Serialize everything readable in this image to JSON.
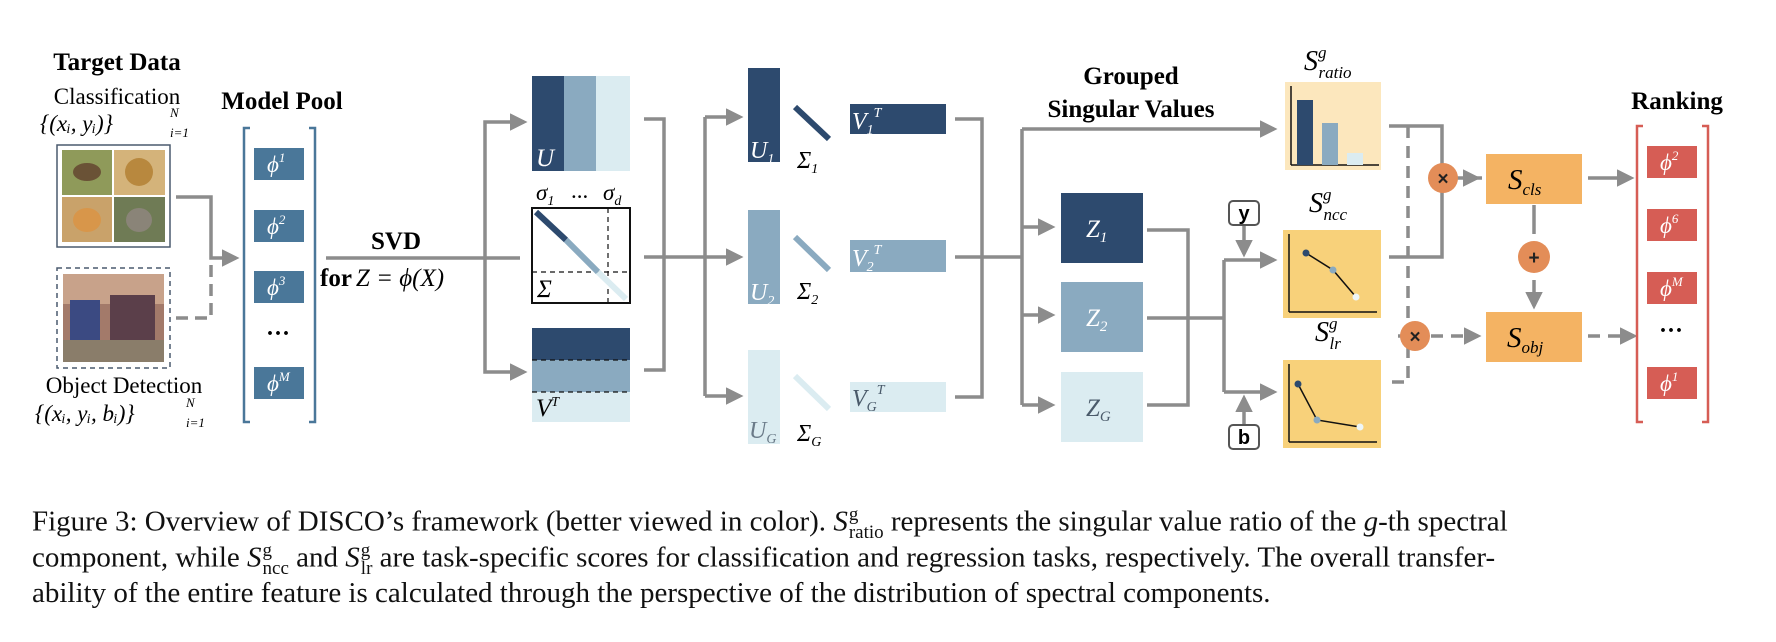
{
  "target_data": {
    "title": "Target Data",
    "classification_label": "Classification",
    "classification_set": "{(xᵢ, yᵢ)}",
    "classification_range": "i=1",
    "classification_n": "N",
    "detection_label": "Object Detection",
    "detection_set": "{(xᵢ, yᵢ, bᵢ)}",
    "detection_range": "i=1",
    "detection_n": "N"
  },
  "model_pool": {
    "title": "Model Pool",
    "models": [
      "ϕ",
      "ϕ",
      "ϕ",
      "···",
      "ϕ"
    ],
    "model_sups": [
      "1",
      "2",
      "3",
      "",
      "M"
    ]
  },
  "svd": {
    "title": "SVD",
    "for_label": "for",
    "formula": "Z = ϕ(X)",
    "u_label": "U",
    "sigma_label": "Σ",
    "sigma_1": "σ",
    "sigma_1_sub": "1",
    "sigma_dots": "...",
    "sigma_d": "σ",
    "sigma_d_sub": "d",
    "vt_label": "V",
    "vt_sup": "T"
  },
  "components": {
    "u": [
      "U",
      "U",
      "U"
    ],
    "u_subs": [
      "1",
      "2",
      "G"
    ],
    "sigma": [
      "Σ",
      "Σ",
      "Σ"
    ],
    "sigma_subs": [
      "1",
      "2",
      "G"
    ],
    "v": [
      "V",
      "V",
      "V"
    ],
    "v_subs": [
      "1",
      "2",
      "G"
    ],
    "v_sup": "T"
  },
  "grouped": {
    "title_line1": "Grouped",
    "title_line2": "Singular Values",
    "z": [
      "Z",
      "Z",
      "Z"
    ],
    "z_subs": [
      "1",
      "2",
      "G"
    ]
  },
  "labels": {
    "y": "y",
    "b": "b"
  },
  "scores": {
    "s": "S",
    "g": "g",
    "ratio_sub": "ratio",
    "ncc_sub": "ncc",
    "lr_sub": "lr",
    "cls_sub": "cls",
    "obj_sub": "obj",
    "times": "×",
    "plus": "+"
  },
  "ranking": {
    "title": "Ranking",
    "models": [
      "ϕ",
      "ϕ",
      "ϕ",
      "···",
      "ϕ"
    ],
    "model_sups": [
      "2",
      "6",
      "M",
      "",
      "1"
    ]
  },
  "colors": {
    "dark_blue": "#2d4a6e",
    "mid_blue": "#8aaac0",
    "light_blue": "#dbecf1",
    "orange": "#f0a860",
    "orange_fill": "#f4b363",
    "yellow_fill": "#f8d17a",
    "light_yellow": "#fce7bd",
    "red": "#d65d55",
    "gray": "#8c8c8c",
    "pool_blue": "#4a7799",
    "circle": "#e38d58"
  },
  "caption": {
    "lead": "Figure 3: Overview of DISCO’s framework (better viewed in color).",
    "t1": "represents the singular value ratio of the",
    "t2": "-th spectral",
    "line2_a": "component, while",
    "line2_b": "and",
    "line2_c": "are task-specific scores for classification and regression tasks, respectively. The overall transfer-",
    "line3": "ability of the entire feature is calculated through the perspective of the distribution of spectral components."
  }
}
